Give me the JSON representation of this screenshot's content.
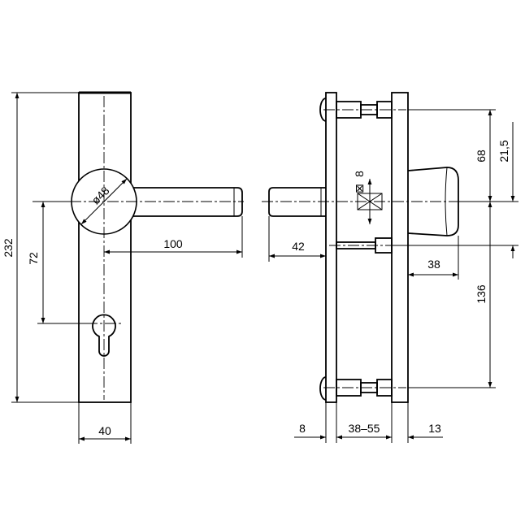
{
  "dimensions": {
    "front_height": "232",
    "front_width": "40",
    "knob_diameter": "ø48",
    "lever_length": "100",
    "center_distance": "72",
    "rose_offset": "42",
    "spindle_square": "8",
    "upper_offset": "68",
    "upper_small": "21,5",
    "lower_offset": "136",
    "cylinder_projection": "38",
    "outer_plate": "8",
    "door_thickness": "38–55",
    "inner_plate": "13"
  }
}
